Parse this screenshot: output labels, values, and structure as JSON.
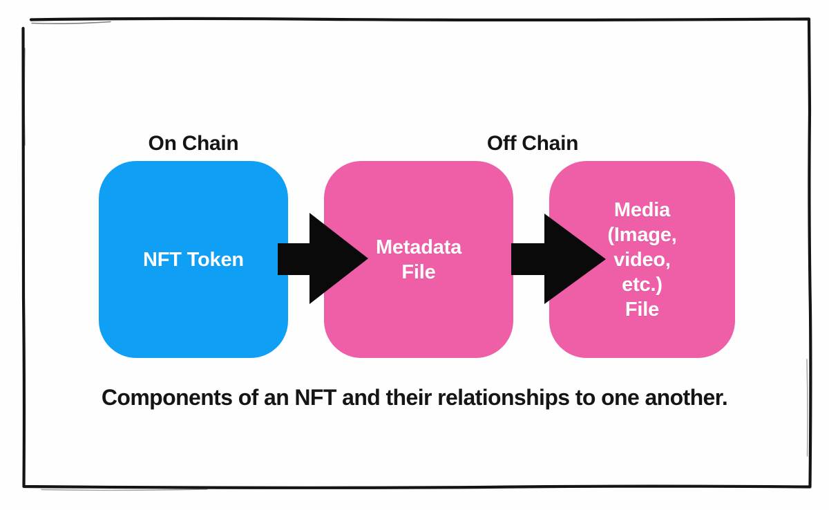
{
  "diagram": {
    "section_labels": {
      "on_chain": "On Chain",
      "off_chain": "Off Chain"
    },
    "nodes": [
      {
        "id": "nft-token",
        "label": "NFT Token",
        "chain": "on-chain",
        "fill": "#0fa0f5",
        "text_color": "#ffffff"
      },
      {
        "id": "metadata-file",
        "label": "Metadata\nFile",
        "chain": "off-chain",
        "fill": "#ee5fa7",
        "text_color": "#ffffff"
      },
      {
        "id": "media-file",
        "label": "Media\n(Image,\nvideo,\netc.)\nFile",
        "chain": "off-chain",
        "fill": "#ee5fa7",
        "text_color": "#ffffff"
      }
    ],
    "connections": [
      {
        "from": "nft-token",
        "to": "metadata-file",
        "type": "arrow-right",
        "color": "#0a0a0a"
      },
      {
        "from": "metadata-file",
        "to": "media-file",
        "type": "arrow-right",
        "color": "#0a0a0a"
      }
    ],
    "caption": "Components of an NFT and their relationships to one another.",
    "frame_color": "#141414",
    "background_color": "#fefefe"
  }
}
